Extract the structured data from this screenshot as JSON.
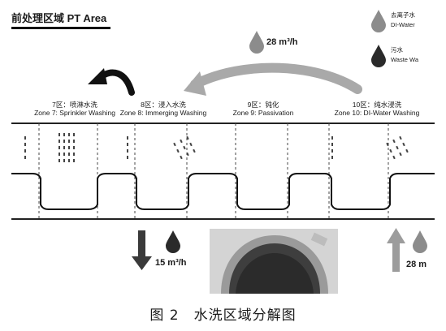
{
  "title": "前处理区域 PT Area",
  "legend": {
    "di_water_cn": "去离子水",
    "di_water_en": "DI-Water",
    "waste_water_cn": "污水",
    "waste_water_en": "Waste Wa"
  },
  "flows": {
    "top_arrow_rate": "28 m³/h",
    "outlet_rate": "15 m³/h",
    "inlet_rate": "28 m"
  },
  "zones": [
    {
      "cn": "7区：喷淋水洗",
      "en": "Zone 7: Sprinkler Washing"
    },
    {
      "cn": "8区：浸入水洗",
      "en": "Zone 8: Immerging Washing"
    },
    {
      "cn": "9区：钝化",
      "en": "Zone 9: Passivation"
    },
    {
      "cn": "10区：纯水浸洗",
      "en": "Zone 10: DI-Water Washing"
    }
  ],
  "caption": "图 2　水洗区域分解图",
  "colors": {
    "di_water_drop": "#8c8c8c",
    "waste_water_drop": "#2a2a2a",
    "flow_arrow_grey": "#a9a9a9",
    "outlet_arrow": "#3a3a3a",
    "inlet_arrow": "#9c9c9c"
  }
}
